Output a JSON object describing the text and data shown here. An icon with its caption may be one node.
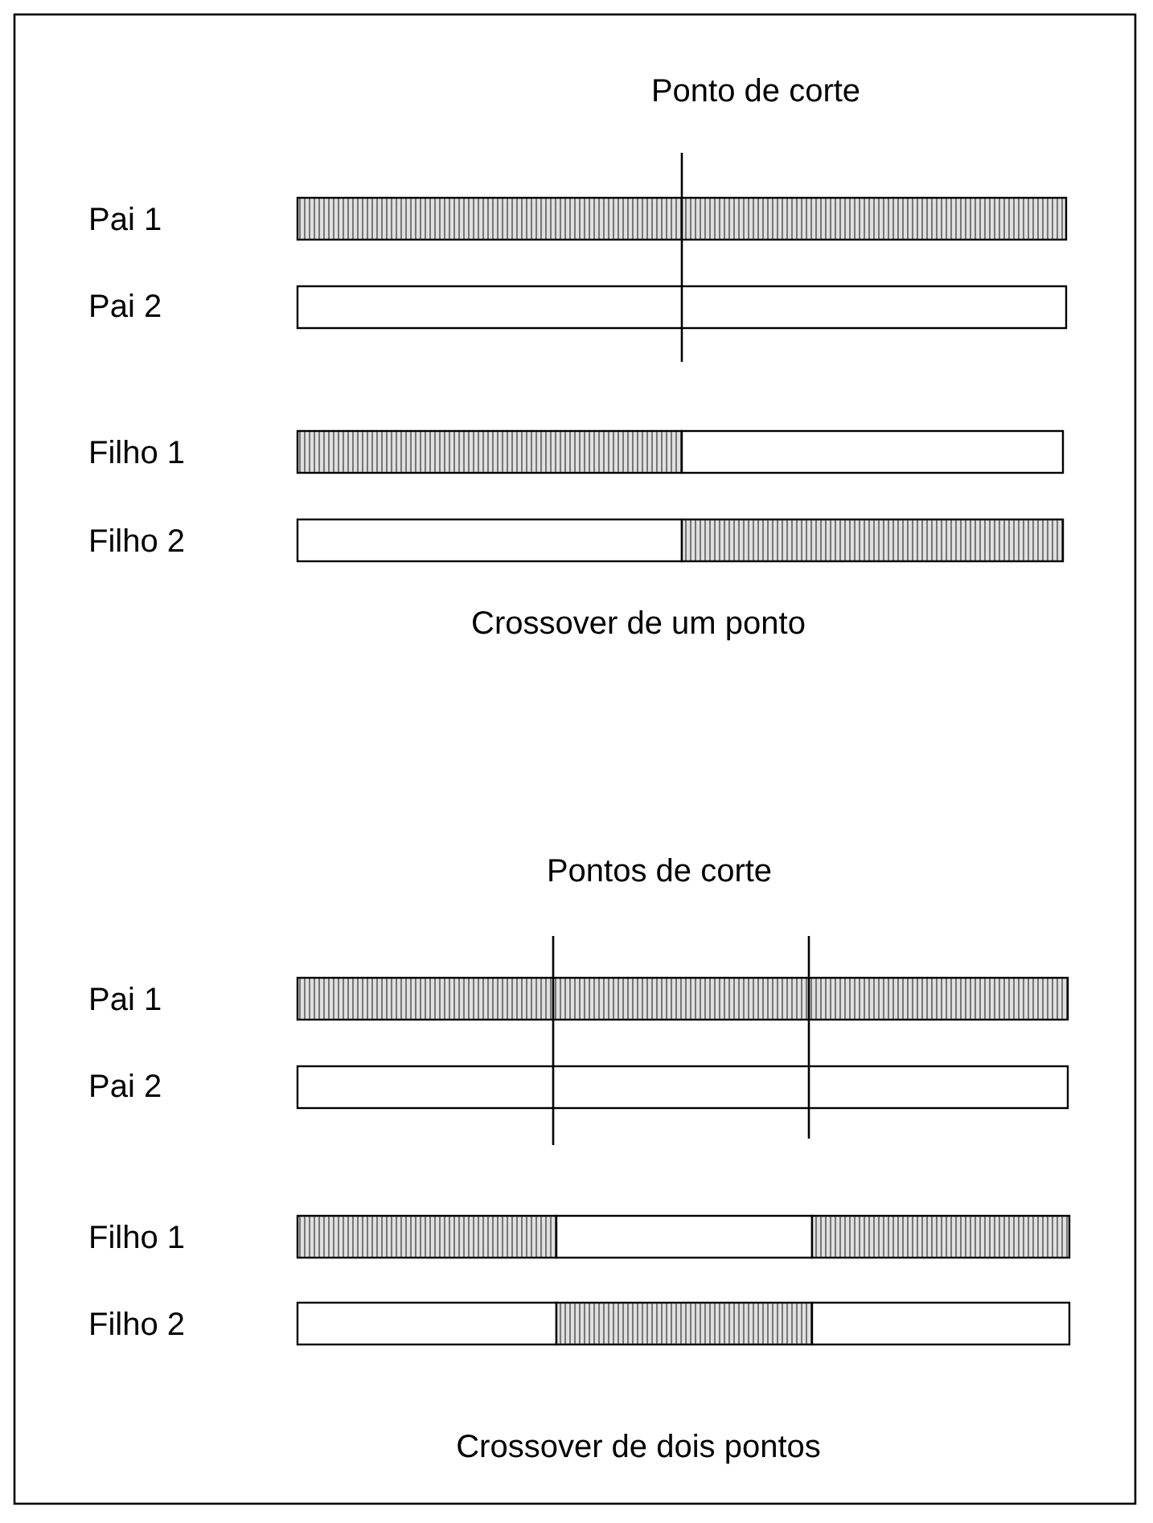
{
  "diagram": {
    "labels": [
      "Ponto de corte",
      "Pai 1",
      "Pai 2",
      "Filho 1",
      "Filho 2",
      "Crossover de um ponto",
      "Pontos de corte",
      "Pai 1",
      "Pai 2",
      "Filho 1",
      "Filho 2",
      "Crossover de dois pontos"
    ]
  }
}
